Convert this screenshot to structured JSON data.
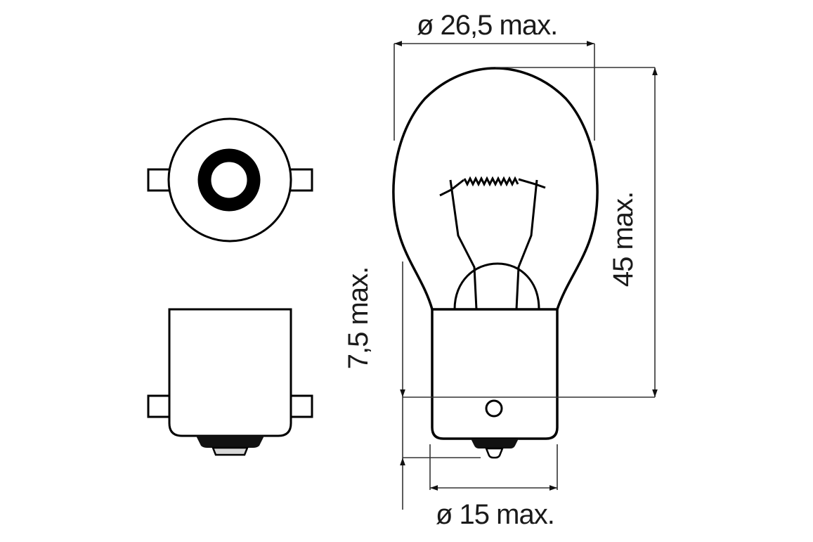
{
  "diagram": {
    "subject": "Automotive bulb with BA15s bayonet base — technical dimension drawing",
    "views": [
      {
        "name": "base-end-view",
        "description": "Bottom view of base with two bayonet pins and central contact"
      },
      {
        "name": "base-side-view",
        "description": "Side view of base with bayonet pins and contact"
      },
      {
        "name": "bulb-side-view",
        "description": "Full bulb profile with filament and base"
      }
    ],
    "dimensions": {
      "bulb_diameter": "ø 26,5 max.",
      "overall_length": "45 max.",
      "pin_height": "7,5 max.",
      "base_diameter": "ø 15 max."
    },
    "colors": {
      "line": "#000000",
      "dim_line": "#333333",
      "background": "#ffffff",
      "contact_tip": "#d8d8d8"
    }
  }
}
